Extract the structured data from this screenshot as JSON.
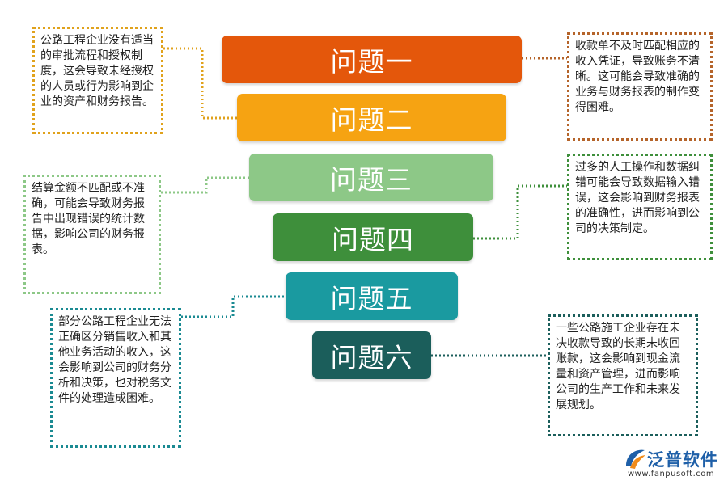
{
  "bars": [
    {
      "label": "问题一",
      "color": "#e4570b"
    },
    {
      "label": "问题二",
      "color": "#f6a312"
    },
    {
      "label": "问题三",
      "color": "#8dc887"
    },
    {
      "label": "问题四",
      "color": "#3e8f3b"
    },
    {
      "label": "问题五",
      "color": "#1a9aa0"
    },
    {
      "label": "问题六",
      "color": "#1b5e5b"
    }
  ],
  "notes": {
    "n1": {
      "text": "公路工程企业没有适当的审批流程和授权制度，这会导致未经授权的人员或行为影响到企业的资产和财务报告。",
      "border": "#e0a21c"
    },
    "n2": {
      "text": "收款单不及时匹配相应的收入凭证，导致账务不清晰。这可能会导致准确的业务与财务报表的制作变得困难。",
      "border": "#b5642a"
    },
    "n3": {
      "text": "结算金额不匹配或不准确，可能会导致财务报告中出现错误的统计数据，影响公司的财务报表。",
      "border": "#8dc887"
    },
    "n4": {
      "text": "过多的人工操作和数据纠错可能会导致数据输入错误，这会影响到财务报表的准确性，进而影响到公司的决策制定。",
      "border": "#3e8f3b"
    },
    "n5": {
      "text": "部分公路工程企业无法正确区分销售收入和其他业务活动的收入，这会影响到公司的财务分析和决策，也对税务文件的处理造成困难。",
      "border": "#1a8a92"
    },
    "n6": {
      "text": "一些公路施工企业存在未决收款导致的长期未收回账款，这会影响到现金流量和资产管理，进而影响公司的生产工作和未来发展规划。",
      "border": "#1b5e5b"
    }
  },
  "logo": {
    "name": "泛普软件",
    "url": "www.fanpusoft.com",
    "icon": "fanpu-logo-icon",
    "colors": {
      "primary": "#1e5fa8",
      "accent": "#f18c1b"
    }
  }
}
